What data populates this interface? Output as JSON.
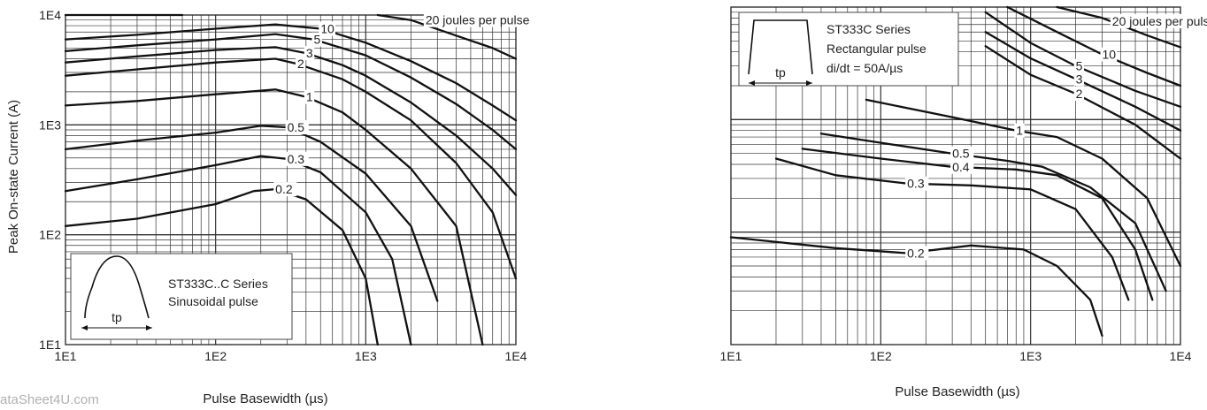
{
  "watermark": "ataSheet4U.com",
  "chart_data": [
    {
      "type": "line",
      "xscale": "log",
      "yscale": "log",
      "xlim": [
        10,
        10000
      ],
      "ylim": [
        10,
        10000
      ],
      "x_ticks": [
        "1E1",
        "1E2",
        "1E3",
        "1E4"
      ],
      "y_ticks": [
        "1E1",
        "1E2",
        "1E3",
        "1E4"
      ],
      "xlabel": "Pulse Basewidth (µs)",
      "ylabel": "Peak On-state Current (A)",
      "grid": true,
      "legend_text": [
        "ST333C..C Series",
        "Sinusoidal pulse"
      ],
      "inset_label": "tp",
      "series": [
        {
          "name": "20 joules per pulse",
          "label_at": [
            2500,
            9000
          ],
          "points": [
            [
              1200,
              10000
            ],
            [
              2000,
              9000
            ],
            [
              4000,
              6500
            ],
            [
              7000,
              5000
            ],
            [
              10000,
              4000
            ]
          ]
        },
        {
          "name": "10",
          "points": [
            [
              10,
              6000
            ],
            [
              30,
              6600
            ],
            [
              100,
              7500
            ],
            [
              250,
              8200
            ],
            [
              500,
              7500
            ],
            [
              1000,
              5600
            ],
            [
              2000,
              3800
            ],
            [
              4000,
              2400
            ],
            [
              7000,
              1500
            ],
            [
              10000,
              1100
            ]
          ]
        },
        {
          "name": "5",
          "points": [
            [
              10,
              4700
            ],
            [
              30,
              5300
            ],
            [
              100,
              6000
            ],
            [
              250,
              6700
            ],
            [
              450,
              6000
            ],
            [
              1000,
              4300
            ],
            [
              2000,
              2700
            ],
            [
              4000,
              1550
            ],
            [
              7000,
              900
            ],
            [
              10000,
              600
            ]
          ]
        },
        {
          "name": "3",
          "points": [
            [
              10,
              3700
            ],
            [
              30,
              4200
            ],
            [
              100,
              4800
            ],
            [
              250,
              5100
            ],
            [
              400,
              4500
            ],
            [
              700,
              3500
            ],
            [
              1000,
              2800
            ],
            [
              2000,
              1600
            ],
            [
              4000,
              800
            ],
            [
              7000,
              400
            ],
            [
              10000,
              230
            ]
          ]
        },
        {
          "name": "2",
          "points": [
            [
              10,
              2800
            ],
            [
              30,
              3200
            ],
            [
              100,
              3700
            ],
            [
              250,
              4000
            ],
            [
              350,
              3600
            ],
            [
              700,
              2600
            ],
            [
              1000,
              2000
            ],
            [
              2000,
              1100
            ],
            [
              4000,
              450
            ],
            [
              7000,
              160
            ],
            [
              10000,
              40
            ]
          ]
        },
        {
          "name": "1",
          "points": [
            [
              10,
              1500
            ],
            [
              30,
              1650
            ],
            [
              100,
              1900
            ],
            [
              250,
              2100
            ],
            [
              400,
              1800
            ],
            [
              700,
              1300
            ],
            [
              1000,
              900
            ],
            [
              2000,
              400
            ],
            [
              4000,
              120
            ],
            [
              6000,
              10
            ]
          ]
        },
        {
          "name": "0.5",
          "points": [
            [
              10,
              600
            ],
            [
              30,
              720
            ],
            [
              100,
              850
            ],
            [
              200,
              980
            ],
            [
              300,
              950
            ],
            [
              500,
              700
            ],
            [
              1000,
              360
            ],
            [
              2000,
              120
            ],
            [
              3000,
              25
            ]
          ]
        },
        {
          "name": "0.3",
          "points": [
            [
              10,
              250
            ],
            [
              30,
              320
            ],
            [
              100,
              430
            ],
            [
              200,
              520
            ],
            [
              300,
              490
            ],
            [
              500,
              370
            ],
            [
              1000,
              160
            ],
            [
              1500,
              60
            ],
            [
              2000,
              10
            ]
          ]
        },
        {
          "name": "0.2",
          "points": [
            [
              10,
              120
            ],
            [
              30,
              140
            ],
            [
              100,
              190
            ],
            [
              180,
              250
            ],
            [
              250,
              260
            ],
            [
              400,
              210
            ],
            [
              700,
              110
            ],
            [
              1000,
              40
            ],
            [
              1200,
              10
            ]
          ]
        },
        {
          "name": "",
          "points": [
            [
              10,
              10000
            ],
            [
              60,
              10000
            ]
          ]
        }
      ]
    },
    {
      "type": "line",
      "xscale": "log",
      "yscale": "log",
      "xlim": [
        10,
        10000
      ],
      "ylim": [
        10,
        10000
      ],
      "x_ticks": [
        "1E1",
        "1E2",
        "1E3",
        "1E4"
      ],
      "xlabel": "Pulse Basewidth (µs)",
      "ylabel": "",
      "grid": true,
      "legend_text": [
        "ST333C Series",
        "Rectangular pulse",
        "di/dt = 50A/µs"
      ],
      "inset_label": "tp",
      "series": [
        {
          "name": "20 joules per pulse",
          "label_at": [
            3500,
            7500
          ],
          "points": [
            [
              1500,
              10000
            ],
            [
              3000,
              8000
            ],
            [
              6000,
              5600
            ],
            [
              10000,
              4400
            ]
          ]
        },
        {
          "name": "10",
          "points": [
            [
              700,
              10000
            ],
            [
              1500,
              6000
            ],
            [
              3000,
              3800
            ],
            [
              6000,
              2600
            ],
            [
              10000,
              2000
            ]
          ]
        },
        {
          "name": "5",
          "points": [
            [
              500,
              9000
            ],
            [
              1000,
              4800
            ],
            [
              2000,
              3000
            ],
            [
              5000,
              1800
            ],
            [
              10000,
              1300
            ]
          ]
        },
        {
          "name": "3",
          "points": [
            [
              500,
              6000
            ],
            [
              1000,
              3500
            ],
            [
              2000,
              2300
            ],
            [
              5000,
              1300
            ],
            [
              10000,
              800
            ]
          ]
        },
        {
          "name": "2",
          "points": [
            [
              500,
              4500
            ],
            [
              1000,
              2500
            ],
            [
              2000,
              1700
            ],
            [
              5000,
              900
            ],
            [
              10000,
              450
            ]
          ]
        },
        {
          "name": "1",
          "points": [
            [
              80,
              1500
            ],
            [
              300,
              1050
            ],
            [
              800,
              800
            ],
            [
              1500,
              700
            ],
            [
              3000,
              450
            ],
            [
              6000,
              200
            ],
            [
              10000,
              50
            ]
          ]
        },
        {
          "name": "0.5",
          "points": [
            [
              40,
              750
            ],
            [
              120,
              600
            ],
            [
              300,
              500
            ],
            [
              700,
              430
            ],
            [
              1200,
              380
            ],
            [
              2500,
              250
            ],
            [
              5000,
              120
            ],
            [
              8000,
              30
            ]
          ]
        },
        {
          "name": "0.4",
          "points": [
            [
              30,
              550
            ],
            [
              100,
              450
            ],
            [
              300,
              380
            ],
            [
              800,
              360
            ],
            [
              1500,
              320
            ],
            [
              3000,
              200
            ],
            [
              5000,
              70
            ],
            [
              6500,
              25
            ]
          ]
        },
        {
          "name": "0.3",
          "points": [
            [
              20,
              450
            ],
            [
              50,
              320
            ],
            [
              150,
              270
            ],
            [
              400,
              260
            ],
            [
              1000,
              240
            ],
            [
              2000,
              160
            ],
            [
              3500,
              60
            ],
            [
              4500,
              25
            ]
          ]
        },
        {
          "name": "0.2",
          "points": [
            [
              10,
              90
            ],
            [
              50,
              72
            ],
            [
              150,
              65
            ],
            [
              400,
              76
            ],
            [
              900,
              70
            ],
            [
              1500,
              50
            ],
            [
              2500,
              25
            ],
            [
              3000,
              12
            ]
          ]
        }
      ]
    }
  ]
}
